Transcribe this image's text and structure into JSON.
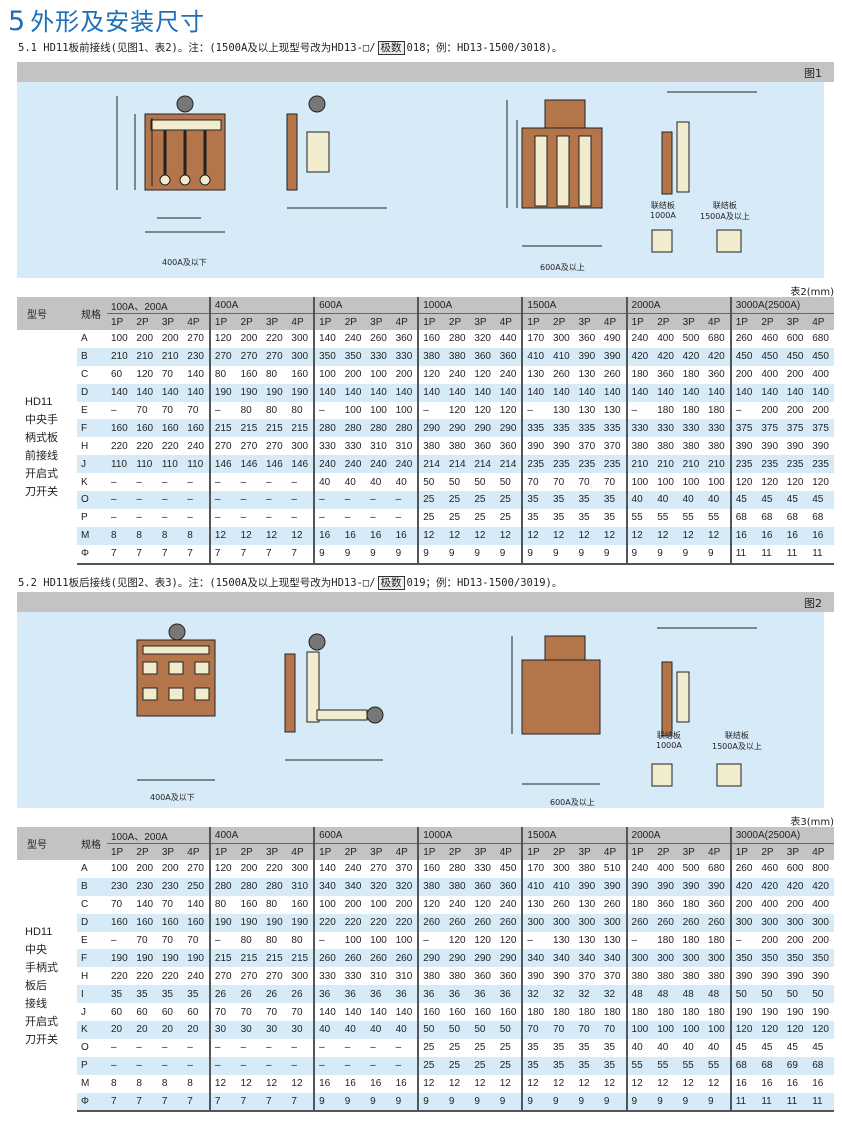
{
  "title": {
    "number": "5",
    "text": "外形及安装尺寸"
  },
  "section1": {
    "note": "5.1 HD11板前接线(见图1、表2)。注：(1500A及以上现型号改为HD13-□/",
    "box": "极数",
    "note_tail": "018；例：HD13-1500/3018)。",
    "figure_label": "图1",
    "captions": {
      "left": "400A及以下",
      "right": "600A及以上",
      "plate1": "联结板\n1000A",
      "plate2": "联结板\n1500A及以上"
    },
    "table_caption": "表2(mm)"
  },
  "section2": {
    "note": "5.2 HD11板后接线(见图2、表3)。注：(1500A及以上现型号改为HD13-□/",
    "box": "极数",
    "note_tail": "019；例：HD13-1500/3019)。",
    "figure_label": "图2",
    "captions": {
      "left": "400A及以下",
      "right": "600A及以上",
      "plate1": "联结板\n1000A",
      "plate2": "联结板\n1500A及以上"
    },
    "table_caption": "表3(mm)"
  },
  "table_header": {
    "model": "型号",
    "spec": "规格",
    "groups": [
      "100A、200A",
      "400A",
      "600A",
      "1000A",
      "1500A",
      "2000A",
      "3000A(2500A)"
    ],
    "poles": [
      "1P",
      "2P",
      "3P",
      "4P"
    ]
  },
  "table2": {
    "model_lines": [
      "HD11",
      "中央手",
      "柄式板",
      "前接线",
      "开启式",
      "刀开关"
    ],
    "rows": [
      {
        "k": "A",
        "v": [
          "100",
          "200",
          "200",
          "270",
          "120",
          "200",
          "220",
          "300",
          "140",
          "240",
          "260",
          "360",
          "160",
          "280",
          "320",
          "440",
          "170",
          "300",
          "360",
          "490",
          "240",
          "400",
          "500",
          "680",
          "260",
          "460",
          "600",
          "680"
        ]
      },
      {
        "k": "B",
        "v": [
          "210",
          "210",
          "210",
          "230",
          "270",
          "270",
          "270",
          "300",
          "350",
          "350",
          "330",
          "330",
          "380",
          "380",
          "360",
          "360",
          "410",
          "410",
          "390",
          "390",
          "420",
          "420",
          "420",
          "420",
          "450",
          "450",
          "450",
          "450"
        ]
      },
      {
        "k": "C",
        "v": [
          "60",
          "120",
          "70",
          "140",
          "80",
          "160",
          "80",
          "160",
          "100",
          "200",
          "100",
          "200",
          "120",
          "240",
          "120",
          "240",
          "130",
          "260",
          "130",
          "260",
          "180",
          "360",
          "180",
          "360",
          "200",
          "400",
          "200",
          "400"
        ]
      },
      {
        "k": "D",
        "v": [
          "140",
          "140",
          "140",
          "140",
          "190",
          "190",
          "190",
          "190",
          "140",
          "140",
          "140",
          "140",
          "140",
          "140",
          "140",
          "140",
          "140",
          "140",
          "140",
          "140",
          "140",
          "140",
          "140",
          "140",
          "140",
          "140",
          "140",
          "140"
        ]
      },
      {
        "k": "E",
        "v": [
          "–",
          "70",
          "70",
          "70",
          "–",
          "80",
          "80",
          "80",
          "–",
          "100",
          "100",
          "100",
          "–",
          "120",
          "120",
          "120",
          "–",
          "130",
          "130",
          "130",
          "–",
          "180",
          "180",
          "180",
          "–",
          "200",
          "200",
          "200"
        ]
      },
      {
        "k": "F",
        "v": [
          "160",
          "160",
          "160",
          "160",
          "215",
          "215",
          "215",
          "215",
          "280",
          "280",
          "280",
          "280",
          "290",
          "290",
          "290",
          "290",
          "335",
          "335",
          "335",
          "335",
          "330",
          "330",
          "330",
          "330",
          "375",
          "375",
          "375",
          "375"
        ]
      },
      {
        "k": "H",
        "v": [
          "220",
          "220",
          "220",
          "240",
          "270",
          "270",
          "270",
          "300",
          "330",
          "330",
          "310",
          "310",
          "380",
          "380",
          "360",
          "360",
          "390",
          "390",
          "370",
          "370",
          "380",
          "380",
          "380",
          "380",
          "390",
          "390",
          "390",
          "390"
        ]
      },
      {
        "k": "J",
        "v": [
          "110",
          "110",
          "110",
          "110",
          "146",
          "146",
          "146",
          "146",
          "240",
          "240",
          "240",
          "240",
          "214",
          "214",
          "214",
          "214",
          "235",
          "235",
          "235",
          "235",
          "210",
          "210",
          "210",
          "210",
          "235",
          "235",
          "235",
          "235"
        ]
      },
      {
        "k": "K",
        "v": [
          "–",
          "–",
          "–",
          "–",
          "–",
          "–",
          "–",
          "–",
          "40",
          "40",
          "40",
          "40",
          "50",
          "50",
          "50",
          "50",
          "70",
          "70",
          "70",
          "70",
          "100",
          "100",
          "100",
          "100",
          "120",
          "120",
          "120",
          "120"
        ]
      },
      {
        "k": "O",
        "v": [
          "–",
          "–",
          "–",
          "–",
          "–",
          "–",
          "–",
          "–",
          "–",
          "–",
          "–",
          "–",
          "25",
          "25",
          "25",
          "25",
          "35",
          "35",
          "35",
          "35",
          "40",
          "40",
          "40",
          "40",
          "45",
          "45",
          "45",
          "45"
        ]
      },
      {
        "k": "P",
        "v": [
          "–",
          "–",
          "–",
          "–",
          "–",
          "–",
          "–",
          "–",
          "–",
          "–",
          "–",
          "–",
          "25",
          "25",
          "25",
          "25",
          "35",
          "35",
          "35",
          "35",
          "55",
          "55",
          "55",
          "55",
          "68",
          "68",
          "68",
          "68"
        ]
      },
      {
        "k": "M",
        "v": [
          "8",
          "8",
          "8",
          "8",
          "12",
          "12",
          "12",
          "12",
          "16",
          "16",
          "16",
          "16",
          "12",
          "12",
          "12",
          "12",
          "12",
          "12",
          "12",
          "12",
          "12",
          "12",
          "12",
          "12",
          "16",
          "16",
          "16",
          "16"
        ]
      },
      {
        "k": "Φ",
        "v": [
          "7",
          "7",
          "7",
          "7",
          "7",
          "7",
          "7",
          "7",
          "9",
          "9",
          "9",
          "9",
          "9",
          "9",
          "9",
          "9",
          "9",
          "9",
          "9",
          "9",
          "9",
          "9",
          "9",
          "9",
          "11",
          "11",
          "11",
          "11"
        ]
      }
    ]
  },
  "table3": {
    "model_lines": [
      "HD11",
      "中央",
      "手柄式",
      "板后",
      "接线",
      "开启式",
      "刀开关"
    ],
    "rows": [
      {
        "k": "A",
        "v": [
          "100",
          "200",
          "200",
          "270",
          "120",
          "200",
          "220",
          "300",
          "140",
          "240",
          "270",
          "370",
          "160",
          "280",
          "330",
          "450",
          "170",
          "300",
          "380",
          "510",
          "240",
          "400",
          "500",
          "680",
          "260",
          "460",
          "600",
          "800"
        ]
      },
      {
        "k": "B",
        "v": [
          "230",
          "230",
          "230",
          "250",
          "280",
          "280",
          "280",
          "310",
          "340",
          "340",
          "320",
          "320",
          "380",
          "380",
          "360",
          "360",
          "410",
          "410",
          "390",
          "390",
          "390",
          "390",
          "390",
          "390",
          "420",
          "420",
          "420",
          "420"
        ]
      },
      {
        "k": "C",
        "v": [
          "70",
          "140",
          "70",
          "140",
          "80",
          "160",
          "80",
          "160",
          "100",
          "200",
          "100",
          "200",
          "120",
          "240",
          "120",
          "240",
          "130",
          "260",
          "130",
          "260",
          "180",
          "360",
          "180",
          "360",
          "200",
          "400",
          "200",
          "400"
        ]
      },
      {
        "k": "D",
        "v": [
          "160",
          "160",
          "160",
          "160",
          "190",
          "190",
          "190",
          "190",
          "220",
          "220",
          "220",
          "220",
          "260",
          "260",
          "260",
          "260",
          "300",
          "300",
          "300",
          "300",
          "260",
          "260",
          "260",
          "260",
          "300",
          "300",
          "300",
          "300"
        ]
      },
      {
        "k": "E",
        "v": [
          "–",
          "70",
          "70",
          "70",
          "–",
          "80",
          "80",
          "80",
          "–",
          "100",
          "100",
          "100",
          "–",
          "120",
          "120",
          "120",
          "–",
          "130",
          "130",
          "130",
          "–",
          "180",
          "180",
          "180",
          "–",
          "200",
          "200",
          "200"
        ]
      },
      {
        "k": "F",
        "v": [
          "190",
          "190",
          "190",
          "190",
          "215",
          "215",
          "215",
          "215",
          "260",
          "260",
          "260",
          "260",
          "290",
          "290",
          "290",
          "290",
          "340",
          "340",
          "340",
          "340",
          "300",
          "300",
          "300",
          "300",
          "350",
          "350",
          "350",
          "350"
        ]
      },
      {
        "k": "H",
        "v": [
          "220",
          "220",
          "220",
          "240",
          "270",
          "270",
          "270",
          "300",
          "330",
          "330",
          "310",
          "310",
          "380",
          "380",
          "360",
          "360",
          "390",
          "390",
          "370",
          "370",
          "380",
          "380",
          "380",
          "380",
          "390",
          "390",
          "390",
          "390"
        ]
      },
      {
        "k": "I",
        "v": [
          "35",
          "35",
          "35",
          "35",
          "26",
          "26",
          "26",
          "26",
          "36",
          "36",
          "36",
          "36",
          "36",
          "36",
          "36",
          "36",
          "32",
          "32",
          "32",
          "32",
          "48",
          "48",
          "48",
          "48",
          "50",
          "50",
          "50",
          "50"
        ]
      },
      {
        "k": "J",
        "v": [
          "60",
          "60",
          "60",
          "60",
          "70",
          "70",
          "70",
          "70",
          "140",
          "140",
          "140",
          "140",
          "160",
          "160",
          "160",
          "160",
          "180",
          "180",
          "180",
          "180",
          "180",
          "180",
          "180",
          "180",
          "190",
          "190",
          "190",
          "190"
        ]
      },
      {
        "k": "K",
        "v": [
          "20",
          "20",
          "20",
          "20",
          "30",
          "30",
          "30",
          "30",
          "40",
          "40",
          "40",
          "40",
          "50",
          "50",
          "50",
          "50",
          "70",
          "70",
          "70",
          "70",
          "100",
          "100",
          "100",
          "100",
          "120",
          "120",
          "120",
          "120"
        ]
      },
      {
        "k": "O",
        "v": [
          "–",
          "–",
          "–",
          "–",
          "–",
          "–",
          "–",
          "–",
          "–",
          "–",
          "–",
          "–",
          "25",
          "25",
          "25",
          "25",
          "35",
          "35",
          "35",
          "35",
          "40",
          "40",
          "40",
          "40",
          "45",
          "45",
          "45",
          "45"
        ]
      },
      {
        "k": "P",
        "v": [
          "–",
          "–",
          "–",
          "–",
          "–",
          "–",
          "–",
          "–",
          "–",
          "–",
          "–",
          "–",
          "25",
          "25",
          "25",
          "25",
          "35",
          "35",
          "35",
          "35",
          "55",
          "55",
          "55",
          "55",
          "68",
          "68",
          "69",
          "68"
        ]
      },
      {
        "k": "M",
        "v": [
          "8",
          "8",
          "8",
          "8",
          "12",
          "12",
          "12",
          "12",
          "16",
          "16",
          "16",
          "16",
          "12",
          "12",
          "12",
          "12",
          "12",
          "12",
          "12",
          "12",
          "12",
          "12",
          "12",
          "12",
          "16",
          "16",
          "16",
          "16"
        ]
      },
      {
        "k": "Φ",
        "v": [
          "7",
          "7",
          "7",
          "7",
          "7",
          "7",
          "7",
          "7",
          "9",
          "9",
          "9",
          "9",
          "9",
          "9",
          "9",
          "9",
          "9",
          "9",
          "9",
          "9",
          "9",
          "9",
          "9",
          "9",
          "11",
          "11",
          "11",
          "11"
        ]
      }
    ]
  }
}
